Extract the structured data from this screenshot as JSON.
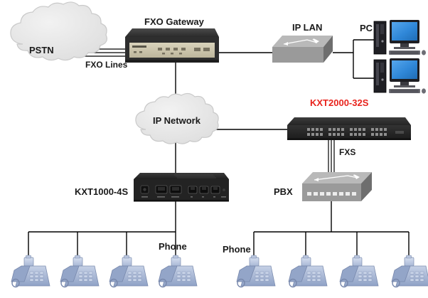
{
  "diagram": {
    "title": "VoIP FXO Gateway Network Topology",
    "colors": {
      "line": "#000000",
      "cloud_fill": "#e4e4e4",
      "cloud_stroke": "#c9c9c9",
      "switch_gray": "#9a9a9a",
      "switch_gray_dark": "#6e6e6e",
      "switch_gray_top": "#b4b4b4",
      "device_dark": "#2b2b2b",
      "device_panel": "#cfc9b0",
      "accent_red": "#e8231c",
      "phone_body": "#9fb0d0",
      "phone_light": "#c3cee4",
      "monitor_screen": "#2f87d8",
      "tower_dark": "#2d2d33"
    }
  },
  "labels": {
    "pstn": "PSTN",
    "fxo_lines": "FXO Lines",
    "fxo_gateway": "FXO Gateway",
    "ip_lan": "IP LAN",
    "pc": "PC",
    "ip_network": "IP Network",
    "kxt2000": "KXT2000-32S",
    "fxs": "FXS",
    "kxt1000": "KXT1000-4S",
    "pbx": "PBX",
    "phone_left": "Phone",
    "phone_right": "Phone"
  },
  "nodes": [
    {
      "id": "pstn",
      "type": "cloud",
      "label": "PSTN"
    },
    {
      "id": "fxo-gateway",
      "type": "gateway",
      "label": "FXO Gateway"
    },
    {
      "id": "ip-lan",
      "type": "switch3d",
      "label": "IP LAN"
    },
    {
      "id": "pc-top",
      "type": "computer",
      "label": "PC"
    },
    {
      "id": "pc-bottom",
      "type": "computer",
      "label": ""
    },
    {
      "id": "ip-network",
      "type": "cloud",
      "label": "IP Network"
    },
    {
      "id": "kxt2000-32s",
      "type": "rackswitch",
      "label": "KXT2000-32S"
    },
    {
      "id": "kxt1000-4s",
      "type": "gateway4s",
      "label": "KXT1000-4S"
    },
    {
      "id": "pbx",
      "type": "switch3d",
      "label": "PBX"
    }
  ],
  "links": [
    {
      "from": "pstn",
      "to": "fxo-gateway",
      "label": "FXO Lines",
      "style": "triple"
    },
    {
      "from": "fxo-gateway",
      "to": "ip-lan",
      "label": "",
      "style": "single"
    },
    {
      "from": "ip-lan",
      "to": "pc-top",
      "label": "",
      "style": "single"
    },
    {
      "from": "ip-lan",
      "to": "pc-bottom",
      "label": "",
      "style": "single"
    },
    {
      "from": "fxo-gateway",
      "to": "ip-network",
      "label": "",
      "style": "single"
    },
    {
      "from": "ip-network",
      "to": "kxt2000-32s",
      "label": "",
      "style": "single"
    },
    {
      "from": "kxt2000-32s",
      "to": "pbx",
      "label": "FXS",
      "style": "triple"
    },
    {
      "from": "ip-network",
      "to": "kxt1000-4s",
      "label": "",
      "style": "single"
    },
    {
      "from": "kxt1000-4s",
      "to": "phones-left",
      "label": "",
      "style": "bus"
    },
    {
      "from": "pbx",
      "to": "phones-right",
      "label": "",
      "style": "bus"
    }
  ],
  "phones": {
    "left_count": 4,
    "right_count": 4,
    "left_label": "Phone",
    "right_label": "Phone"
  }
}
